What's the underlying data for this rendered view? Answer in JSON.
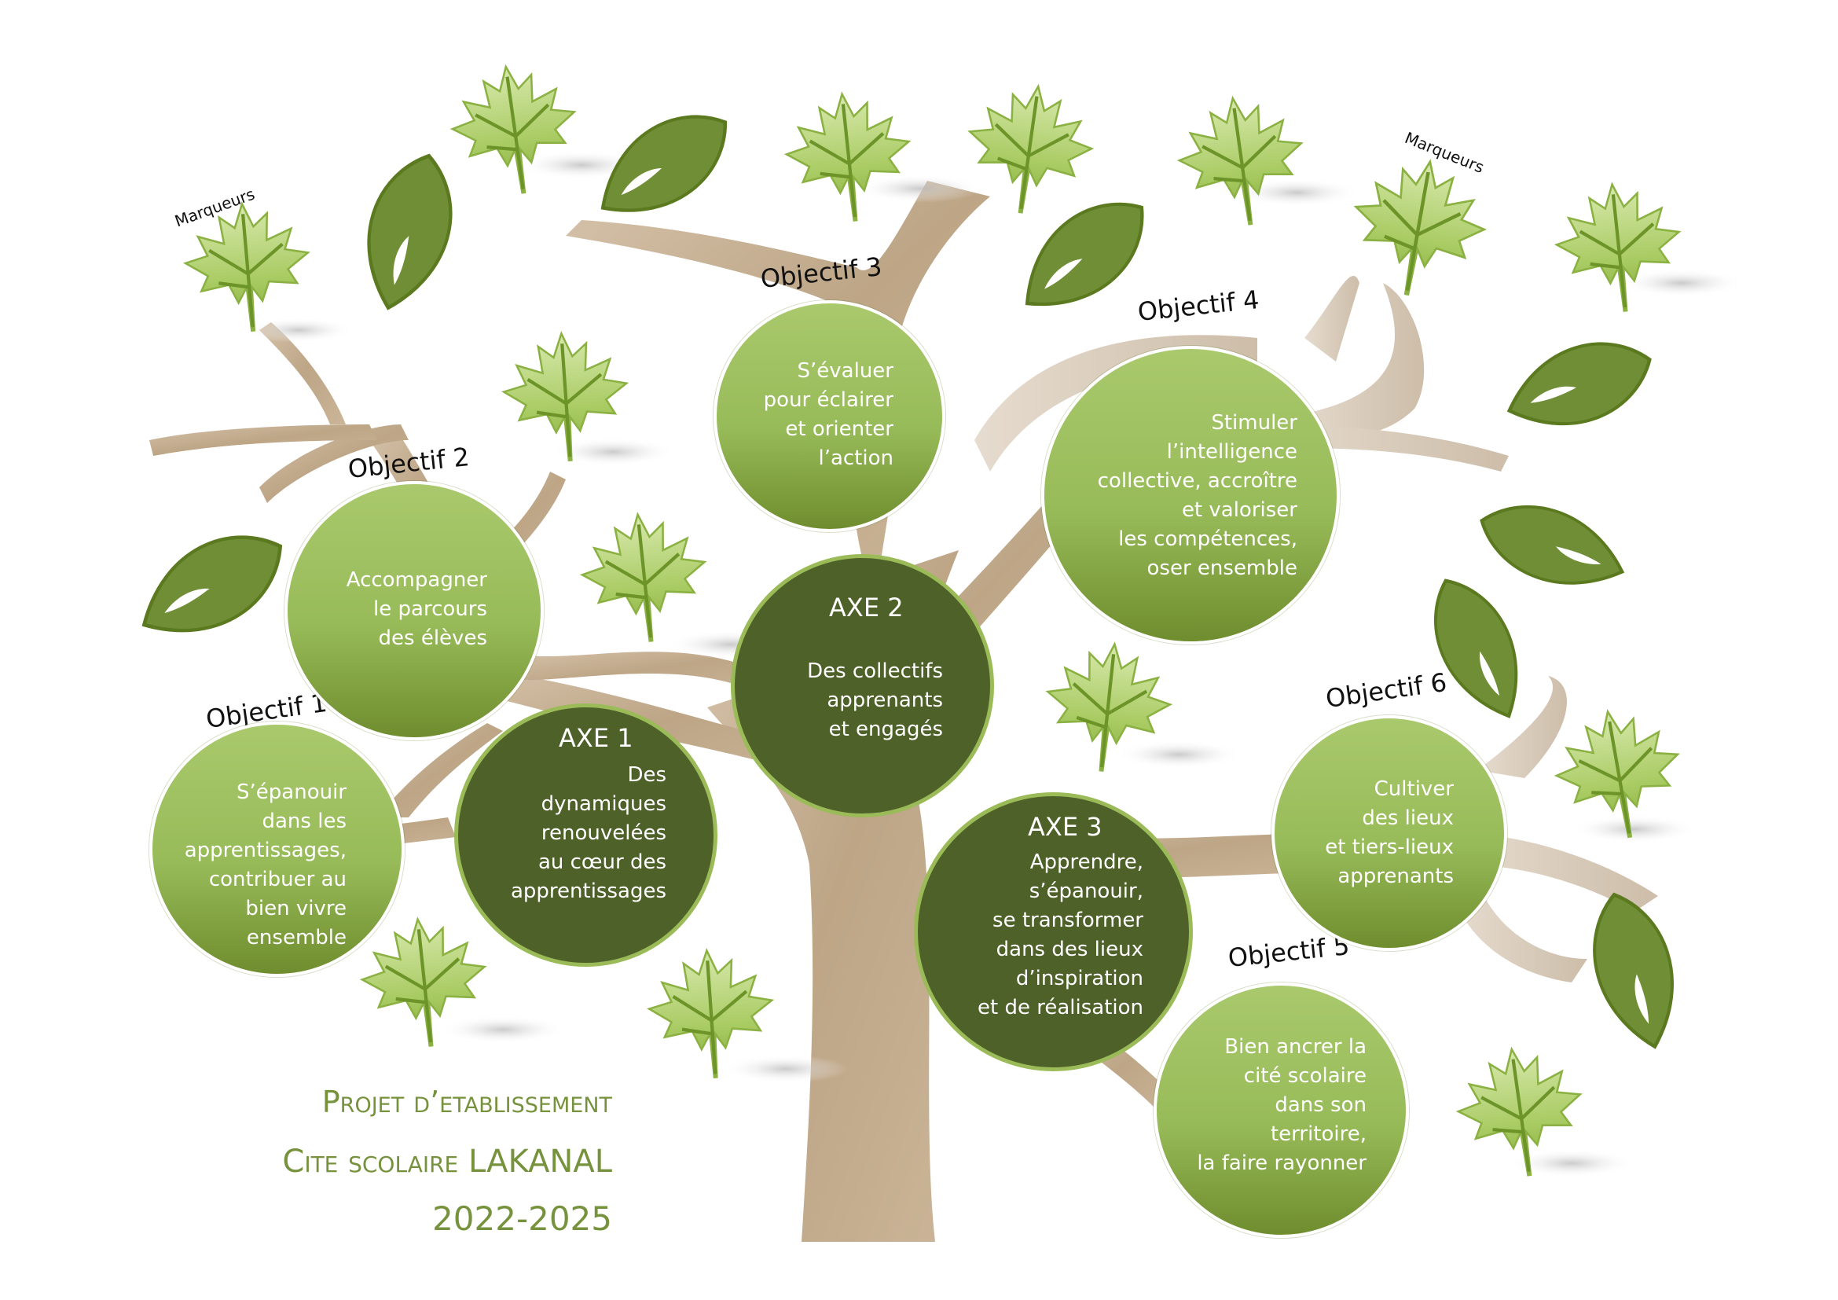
{
  "colors": {
    "trunk": "#c8b298",
    "branch": "#b9a287",
    "branch_light": "#ddd0c1",
    "leaf_dark": "#6f8e36",
    "leaf_outline": "#5b7a1f",
    "maple_light": "#c9df98",
    "maple_mid": "#9cc25a",
    "objective_circle": "#98bb59",
    "axis_circle": "#4e6128",
    "axis_border": "#9bbb59",
    "title_text": "#76923c"
  },
  "icons": {
    "maple_leaf": "maple-leaf-icon",
    "leaf": "leaf-icon"
  },
  "markers": [
    "Marqueurs",
    "Marqueurs"
  ],
  "objectives": [
    {
      "label": "Objectif 1",
      "text": "S’épanouir\ndans les\napprentissages,\ncontribuer au\nbien vivre\nensemble"
    },
    {
      "label": "Objectif 2",
      "text": "Accompagner\nle parcours\ndes élèves"
    },
    {
      "label": "Objectif 3",
      "text": "S’évaluer\npour éclairer\net orienter\nl’action"
    },
    {
      "label": "Objectif 4",
      "text": "Stimuler\nl’intelligence\ncollective, accroître\net valoriser\nles compétences,\noser ensemble"
    },
    {
      "label": "Objectif 5",
      "text": "Bien ancrer la\ncité scolaire\ndans son\nterritoire,\nla faire rayonner"
    },
    {
      "label": "Objectif 6",
      "text": "Cultiver\ndes lieux\net tiers-lieux\napprenants"
    }
  ],
  "axes": [
    {
      "title": "AXE 1",
      "text": "Des\ndynamiques\nrenouvelées\nau cœur des\napprentissages"
    },
    {
      "title": "AXE 2",
      "text": "Des collectifs\napprenants\net engagés"
    },
    {
      "title": "AXE 3",
      "text": "Apprendre,\ns’épanouir,\nse transformer\ndans des lieux\nd’inspiration\net de réalisation"
    }
  ],
  "title": {
    "line1": "Projet d’etablissement",
    "line2_prefix": "Cite scolaire ",
    "line2_name": "LAKANAL",
    "line3": "2022-2025"
  }
}
